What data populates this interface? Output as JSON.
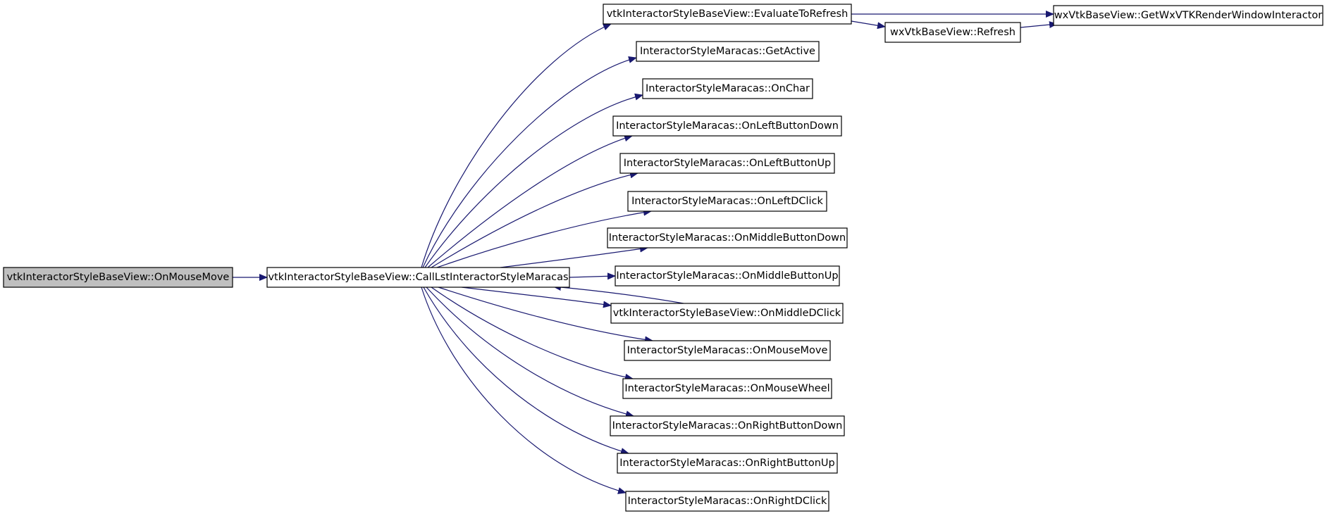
{
  "colors": {
    "edge": "#191970",
    "node_fill": "#ffffff",
    "root_fill": "#bfbfbf",
    "border": "#000000"
  },
  "nodes": [
    {
      "id": "root",
      "label": "vtkInteractorStyleBaseView::OnMouseMove",
      "root": true
    },
    {
      "id": "call",
      "label": "vtkInteractorStyleBaseView::CallLstInteractorStyleMaracas"
    },
    {
      "id": "eval",
      "label": "vtkInteractorStyleBaseView::EvaluateToRefresh"
    },
    {
      "id": "getwx",
      "label": "wxVtkBaseView::GetWxVTKRenderWindowInteractor"
    },
    {
      "id": "refresh",
      "label": "wxVtkBaseView::Refresh"
    },
    {
      "id": "getactive",
      "label": "InteractorStyleMaracas::GetActive"
    },
    {
      "id": "onchar",
      "label": "InteractorStyleMaracas::OnChar"
    },
    {
      "id": "lbd",
      "label": "InteractorStyleMaracas::OnLeftButtonDown"
    },
    {
      "id": "lbu",
      "label": "InteractorStyleMaracas::OnLeftButtonUp"
    },
    {
      "id": "ldc",
      "label": "InteractorStyleMaracas::OnLeftDClick"
    },
    {
      "id": "mbd",
      "label": "InteractorStyleMaracas::OnMiddleButtonDown"
    },
    {
      "id": "mbu",
      "label": "InteractorStyleMaracas::OnMiddleButtonUp"
    },
    {
      "id": "mdc",
      "label": "vtkInteractorStyleBaseView::OnMiddleDClick"
    },
    {
      "id": "mm",
      "label": "InteractorStyleMaracas::OnMouseMove"
    },
    {
      "id": "mw",
      "label": "InteractorStyleMaracas::OnMouseWheel"
    },
    {
      "id": "rbd",
      "label": "InteractorStyleMaracas::OnRightButtonDown"
    },
    {
      "id": "rbu",
      "label": "InteractorStyleMaracas::OnRightButtonUp"
    },
    {
      "id": "rdc",
      "label": "InteractorStyleMaracas::OnRightDClick"
    }
  ],
  "edges": [
    {
      "from": "root",
      "to": "call"
    },
    {
      "from": "call",
      "to": "eval"
    },
    {
      "from": "call",
      "to": "getactive"
    },
    {
      "from": "call",
      "to": "onchar"
    },
    {
      "from": "call",
      "to": "lbd"
    },
    {
      "from": "call",
      "to": "lbu"
    },
    {
      "from": "call",
      "to": "ldc"
    },
    {
      "from": "call",
      "to": "mbd"
    },
    {
      "from": "call",
      "to": "mbu"
    },
    {
      "from": "call",
      "to": "mdc"
    },
    {
      "from": "mdc",
      "to": "call"
    },
    {
      "from": "call",
      "to": "mm"
    },
    {
      "from": "call",
      "to": "mw"
    },
    {
      "from": "call",
      "to": "rbd"
    },
    {
      "from": "call",
      "to": "rbu"
    },
    {
      "from": "call",
      "to": "rdc"
    },
    {
      "from": "eval",
      "to": "getwx"
    },
    {
      "from": "eval",
      "to": "refresh"
    },
    {
      "from": "refresh",
      "to": "getwx"
    }
  ]
}
